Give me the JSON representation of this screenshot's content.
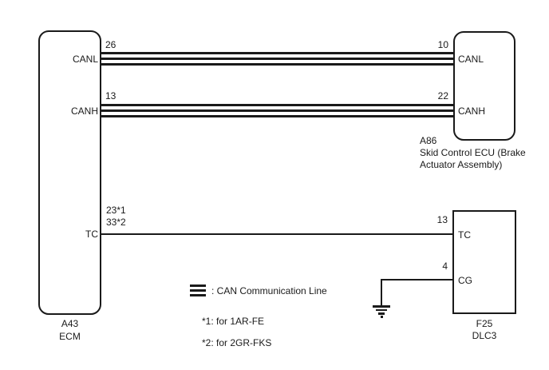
{
  "ecm": {
    "id": "A43",
    "name": "ECM",
    "pin_canl_number": "26",
    "pin_canl_label": "CANL",
    "pin_canh_number": "13",
    "pin_canh_label": "CANH",
    "pin_tc_number_note1": "23*1",
    "pin_tc_number_note2": "33*2",
    "pin_tc_label": "TC"
  },
  "skid_control_ecu": {
    "id": "A86",
    "name_line1": "Skid Control ECU (Brake",
    "name_line2": "Actuator Assembly)",
    "pin_canl_number": "10",
    "pin_canl_label": "CANL",
    "pin_canh_number": "22",
    "pin_canh_label": "CANH"
  },
  "dlc3": {
    "id": "F25",
    "name": "DLC3",
    "pin_tc_number": "13",
    "pin_tc_label": "TC",
    "pin_cg_number": "4",
    "pin_cg_label": "CG"
  },
  "legend": {
    "can_line_label": ": CAN Communication Line",
    "note_1": "*1: for 1AR-FE",
    "note_2": "*2: for 2GR-FKS"
  },
  "colors": {
    "line": "#1a1a1a",
    "background": "#ffffff"
  }
}
